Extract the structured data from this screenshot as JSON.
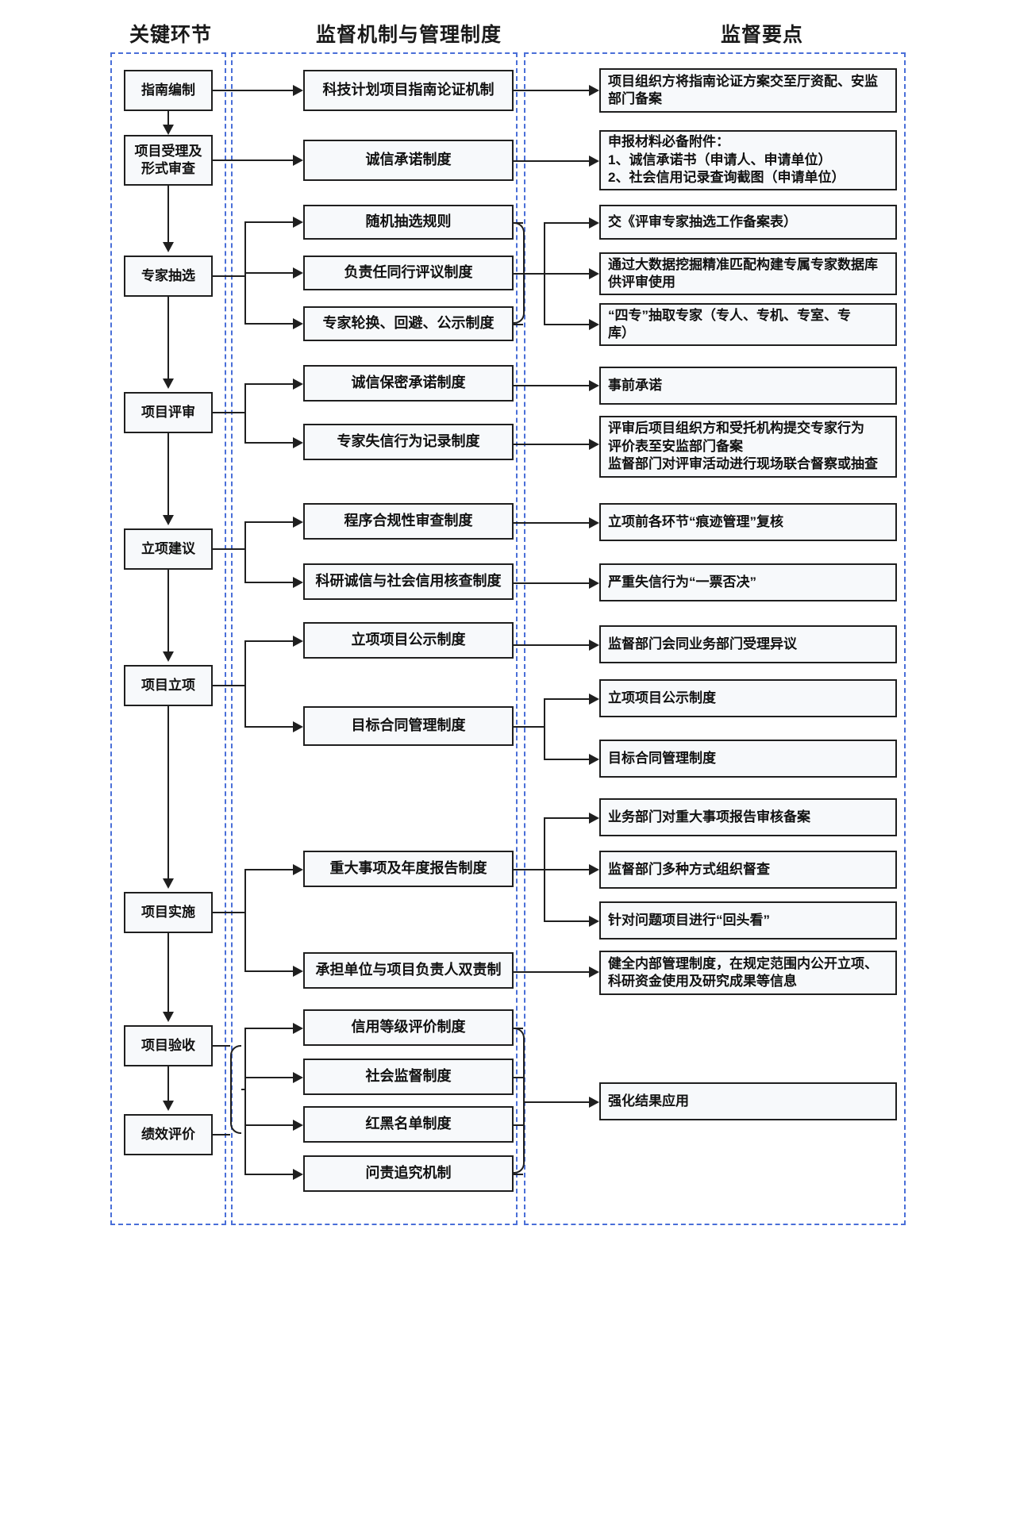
{
  "headers": {
    "col1": "关键环节",
    "col2": "监督机制与管理制度",
    "col3": "监督要点"
  },
  "stages": [
    {
      "id": "stage-guide-drafting",
      "label": "指南编制"
    },
    {
      "id": "stage-acceptance-review",
      "label": "项目受理及\n形式审查"
    },
    {
      "id": "stage-expert-selection",
      "label": "专家抽选"
    },
    {
      "id": "stage-project-review",
      "label": "项目评审"
    },
    {
      "id": "stage-approval-proposal",
      "label": "立项建议"
    },
    {
      "id": "stage-project-approval",
      "label": "项目立项"
    },
    {
      "id": "stage-project-implement",
      "label": "项目实施"
    },
    {
      "id": "stage-project-acceptance",
      "label": "项目验收"
    },
    {
      "id": "stage-performance-eval",
      "label": "绩效评价"
    }
  ],
  "mechanisms": [
    {
      "id": "mech-guide-argumentation",
      "label": "科技计划项目指南论证机制"
    },
    {
      "id": "mech-integrity-pledge",
      "label": "诚信承诺制度"
    },
    {
      "id": "mech-random-selection",
      "label": "随机抽选规则"
    },
    {
      "id": "mech-peer-review",
      "label": "负责任同行评议制度"
    },
    {
      "id": "mech-expert-rotation",
      "label": "专家轮换、回避、公示制度"
    },
    {
      "id": "mech-confidentiality",
      "label": "诚信保密承诺制度"
    },
    {
      "id": "mech-expert-dishonesty",
      "label": "专家失信行为记录制度"
    },
    {
      "id": "mech-procedure-compliance",
      "label": "程序合规性审查制度"
    },
    {
      "id": "mech-research-credit",
      "label": "科研诚信与社会信用核查制度"
    },
    {
      "id": "mech-approval-publicity",
      "label": "立项项目公示制度"
    },
    {
      "id": "mech-target-contract",
      "label": "目标合同管理制度"
    },
    {
      "id": "mech-major-annual-report",
      "label": "重大事项及年度报告制度"
    },
    {
      "id": "mech-dual-responsibility",
      "label": "承担单位与项目负责人双责制"
    },
    {
      "id": "mech-credit-rating",
      "label": "信用等级评价制度"
    },
    {
      "id": "mech-social-supervision",
      "label": "社会监督制度"
    },
    {
      "id": "mech-redblack-list",
      "label": "红黑名单制度"
    },
    {
      "id": "mech-accountability",
      "label": "问责追究机制"
    }
  ],
  "points": [
    {
      "id": "point-guide-filing",
      "label": "项目组织方将指南论证方案交至厅资配、安监\n部门备案"
    },
    {
      "id": "point-application-annex",
      "label": "申报材料必备附件：\n1、诚信承诺书（申请人、申请单位）\n2、社会信用记录查询截图（申请单位）"
    },
    {
      "id": "point-selection-record",
      "label": "交《评审专家抽选工作备案表）"
    },
    {
      "id": "point-bigdata-expertdb",
      "label": "通过大数据挖掘精准匹配构建专属专家数据库\n供评审使用"
    },
    {
      "id": "point-four-special",
      "label": "“四专”抽取专家（专人、专机、专室、专\n库）"
    },
    {
      "id": "point-prior-commitment",
      "label": "事前承诺"
    },
    {
      "id": "point-post-review-filing",
      "label": "评审后项目组织方和受托机构提交专家行为\n评价表至安监部门备案\n监督部门对评审活动进行现场联合督察或抽查"
    },
    {
      "id": "point-trace-management",
      "label": "立项前各环节“痕迹管理”复核"
    },
    {
      "id": "point-one-vote-veto",
      "label": "严重失信行为“一票否决”"
    },
    {
      "id": "point-objection-handling",
      "label": "监督部门会同业务部门受理异议"
    },
    {
      "id": "point-approval-publicity",
      "label": "立项项目公示制度"
    },
    {
      "id": "point-target-contract",
      "label": "目标合同管理制度"
    },
    {
      "id": "point-major-report-filing",
      "label": "业务部门对重大事项报告审核备案"
    },
    {
      "id": "point-multi-inspection",
      "label": "监督部门多种方式组织督查"
    },
    {
      "id": "point-look-back",
      "label": "针对问题项目进行“回头看”"
    },
    {
      "id": "point-internal-management",
      "label": "健全内部管理制度，在规定范围内公开立项、\n科研资金使用及研究成果等信息"
    },
    {
      "id": "point-strengthen-results",
      "label": "强化结果应用"
    }
  ],
  "colors": {
    "lane_border": "#4a6fd8",
    "box_border": "#1f1f1f",
    "box_fill": "#f7f9fb",
    "connector": "#1f1f1f",
    "text": "#111111"
  }
}
